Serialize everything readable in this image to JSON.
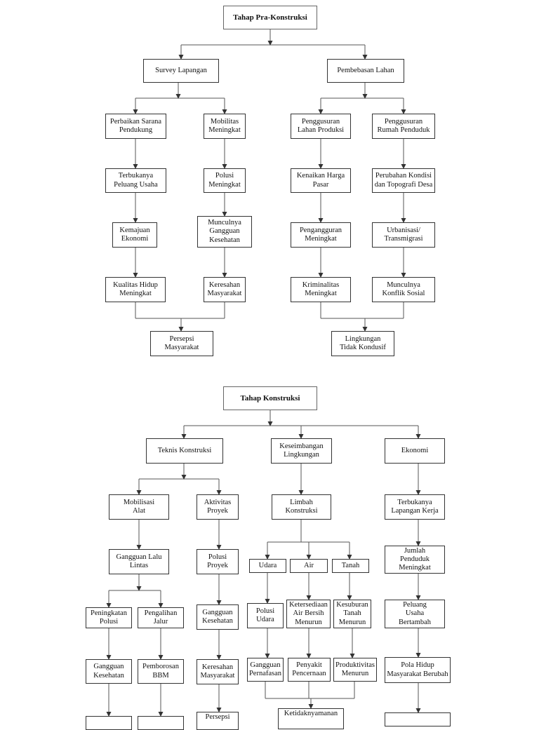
{
  "diagrams": [
    {
      "title": "Tahap Pra-Konstruksi",
      "nodes": {
        "n1": "Survey Lapangan",
        "n2": "Pembebasan Lahan",
        "n3": "Perbaikan Sarana\nPendukung",
        "n4": "Mobilitas\nMeningkat",
        "n5": "Penggusuran\nLahan Produksi",
        "n6": "Penggusuran\nRumah Penduduk",
        "n7": "Terbukanya\nPeluang Usaha",
        "n8": "Polusi\nMeningkat",
        "n9": "Kenaikan Harga\nPasar",
        "n10": "Perubahan Kondisi\ndan Topografi Desa",
        "n11": "Kemajuan\nEkonomi",
        "n12": "Munculnya\nGangguan\nKesehatan",
        "n13": "Pengangguran\nMeningkat",
        "n14": "Urbanisasi/\nTransmigrasi",
        "n15": "Kualitas Hidup\nMeningkat",
        "n16": "Keresahan\nMasyarakat",
        "n17": "Kriminalitas\nMeningkat",
        "n18": "Munculnya\nKonflik Sosial",
        "n19": "Persepsi\nMasyarakat",
        "n20": "Lingkungan\nTidak Kondusif"
      }
    },
    {
      "title": "Tahap Konstruksi",
      "nodes": {
        "m1": "Teknis Konstruksi",
        "m2": "Keseimbangan\nLingkungan",
        "m3": "Ekonomi",
        "m4": "Mobilisasi\nAlat",
        "m5": "Aktivitas\nProyek",
        "m6": "Limbah\nKonstruksi",
        "m7": "Terbukanya\nLapangan Kerja",
        "m8": "Gangguan Lalu\nLintas",
        "m9": "Polusi\nProyek",
        "m10": "Udara",
        "m11": "Air",
        "m12": "Tanah",
        "m13": "Jumlah\nPenduduk\nMeningkat",
        "m14": "Peningkatan\nPolusi",
        "m15": "Pengalihan\nJalur",
        "m16": "Gangguan\nKesehatan",
        "m17": "Polusi\nUdara",
        "m18": "Ketersediaan\nAir Bersih\nMenurun",
        "m19": "Kesuburan\nTanah\nMenurun",
        "m20": "Peluang\nUsaha\nBertambah",
        "m21": "Gangguan\nKesehatan",
        "m22": "Pemborosan\nBBM",
        "m23": "Keresahan\nMasyarakat",
        "m24": "Gangguan\nPernafasan",
        "m25": "Penyakit\nPencernaan",
        "m26": "Produktivitas\nMenurun",
        "m27": "Pola Hidup\nMasyarakat Berubah",
        "m28": "",
        "m29": "",
        "m30": "Persepsi",
        "m31": "Ketidaknyamanan",
        "m32": ""
      }
    }
  ]
}
